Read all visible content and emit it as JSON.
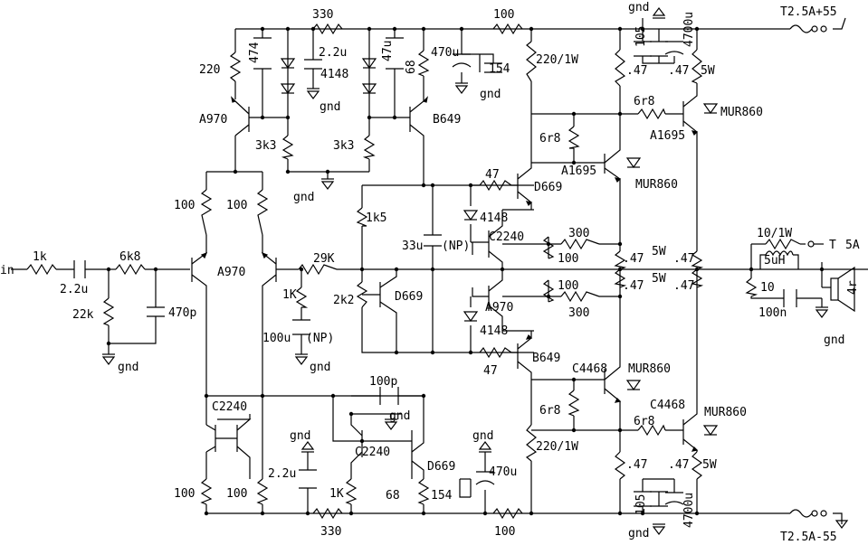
{
  "labels": {
    "in": "in",
    "r1k_in": "1k",
    "c2u2_in": "2.2u",
    "r6k8": "6k8",
    "r22k": "22k",
    "c470p": "470p",
    "gnd_in": "gnd",
    "q_a970_in": "A970",
    "r100_l": "100",
    "r100_r": "100",
    "q_a970_top": "A970",
    "r220": "220",
    "c474": "474",
    "r330_top": "330",
    "c2u2_top": "2.2u",
    "d4148_top": "4148",
    "c47u": "47u",
    "r68_top": "68",
    "gnd_top_mid": "gnd",
    "r3k3_l": "3k3",
    "r3k3_r": "3k3",
    "q_b649_top": "B649",
    "gnd_center": "gnd",
    "r100_top": "100",
    "c470u_top": "470u",
    "c154_top": "154",
    "gnd_top_cap": "gnd",
    "r220_1w_top": "220/1W",
    "gnd_supply_top": "gnd",
    "c105_top": "105",
    "c4700u_top": "4700u",
    "fuse_top": "T2.5A+55",
    "r47_a": ".47",
    "r47_b": ".47",
    "w5_top": "5W",
    "r6r8_top": "6r8",
    "q_a1695_out": "A1695",
    "mur860_top": "MUR860",
    "r6r8_mid": "6r8",
    "q_a1695_drv": "A1695",
    "mur860_mid": "MUR860",
    "r47_drv": "47",
    "q_d669_drv": "D669",
    "r1k5": "1k5",
    "d4148_mid_top": "4148",
    "c33u": "33u",
    "np_a": "(NP)",
    "q_c2240_mid": "C2240",
    "r300_top": "300",
    "r29k": "29K",
    "r1k_fb": "1K",
    "r2k2": "2k2",
    "q_d669_vbe": "D669",
    "c100u": "100u",
    "np_b": "(NP)",
    "gnd_fb": "gnd",
    "r100_bias_a": "100",
    "r100_bias_b": "100",
    "q_a970_mid": "A970",
    "r300_bot": "300",
    "d4148_mid_bot": "4148",
    "r47_pre_a": ".47",
    "w5_a": "5W",
    "r47_pre_b": ".47",
    "r47_pre_c": ".47",
    "w5_b": "5W",
    "r47_pre_d": ".47",
    "r10_1w": "10/1W",
    "l5uh": "5uH",
    "r10": "10",
    "c100n": "100n",
    "out_t": "T",
    "out_5a": "5A",
    "spk": "4r",
    "gnd_out": "gnd",
    "r47_drv_b": "47",
    "q_b649_drv": "B649",
    "q_c4468_drv": "C4468",
    "mur860_bmid": "MUR860",
    "r6r8_bmid": "6r8",
    "q_c4468_out": "C4468",
    "mur860_bot": "MUR860",
    "r6r8_bot": "6r8",
    "c100p": "100p",
    "gnd_bmid": "gnd",
    "q_c2240_b1": "C2240",
    "q_c2240_b2": "C2240",
    "q_d669_b": "D669",
    "gnd_b1": "gnd",
    "c2u2_b": "2.2u",
    "r100_bl": "100",
    "r100_br": "100",
    "r1k_b": "1K",
    "r68_b": "68",
    "gnd_b2": "gnd",
    "c470u_b": "470u",
    "c154_b": "154",
    "r220_1w_b": "220/1W",
    "r330_b": "330",
    "r100_b": "100",
    "r47_c": ".47",
    "r47_d": ".47",
    "w5_bot": "5W",
    "c105_b": "105",
    "c4700u_b": "4700u",
    "gnd_supply_b": "gnd",
    "fuse_bot": "T2.5A-55"
  }
}
